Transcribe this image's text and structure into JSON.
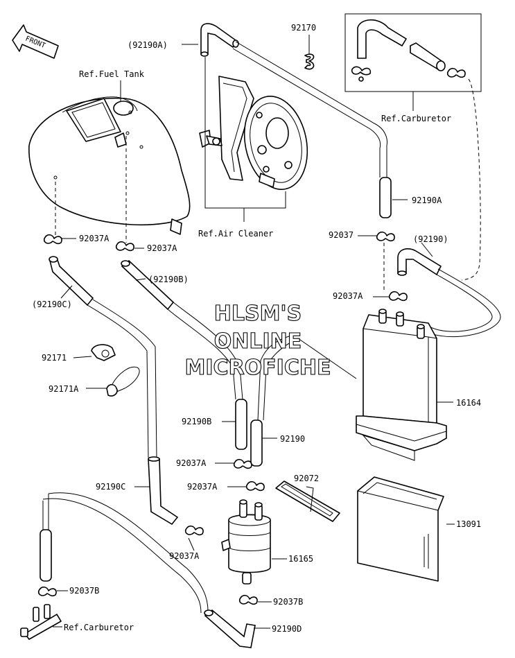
{
  "front_arrow": {
    "text": "FRONT"
  },
  "watermark": {
    "line1": "HLSM'S",
    "line2": "ONLINE",
    "line3": "MICROFICHE"
  },
  "callouts": {
    "ref_fuel_tank": "Ref.Fuel Tank",
    "p92190A_top": "(92190A)",
    "p92170": "92170",
    "ref_carburetor_top": "Ref.Carburetor",
    "p92190A_right": "92190A",
    "ref_air_cleaner": "Ref.Air Cleaner",
    "p92037A_left1": "92037A",
    "p92037A_left2": "92037A",
    "p92037_right": "92037",
    "p92190_paren": "(92190)",
    "p92190B_paren": "(92190B)",
    "p92190C_paren": "(92190C)",
    "p92037A_right": "92037A",
    "p92171": "92171",
    "p92171A": "92171A",
    "p16164": "16164",
    "p92190B": "92190B",
    "p92190": "92190",
    "p92037A_mid1": "92037A",
    "p92072": "92072",
    "p92190C": "92190C",
    "p92037A_mid2": "92037A",
    "p13091": "13091",
    "p92037A_low": "92037A",
    "p16165": "16165",
    "p92037B_left": "92037B",
    "p92037B_right": "92037B",
    "ref_carburetor_bottom": "Ref.Carburetor",
    "p92190D": "92190D"
  }
}
